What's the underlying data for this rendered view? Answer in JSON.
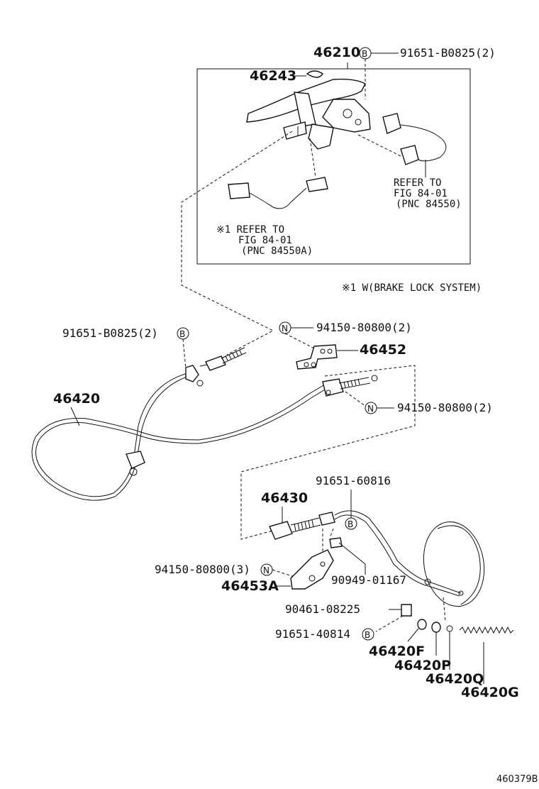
{
  "labels": {
    "p46210": "46210",
    "p91651_B0825_top": "91651-B0825(2)",
    "p46243": "46243",
    "refer1_a": "REFER TO",
    "refer1_b": "FIG 84-01",
    "refer1_c": "(PNC 84550)",
    "refer2_a": "※1 REFER TO",
    "refer2_b": "FIG 84-01",
    "refer2_c": "(PNC 84550A)",
    "note_brake_lock": "※1 W(BRAKE LOCK SYSTEM)",
    "p91651_B0825_left": "91651-B0825(2)",
    "p94150_80800_a": "94150-80800(2)",
    "p46452": "46452",
    "p46420": "46420",
    "p94150_80800_b": "94150-80800(2)",
    "p91651_60816": "91651-60816",
    "p46430": "46430",
    "p94150_80800_c": "94150-80800(3)",
    "p90949_01167": "90949-01167",
    "p46453A": "46453A",
    "p90461_08225": "90461-08225",
    "p91651_40814": "91651-40814",
    "p46420F": "46420F",
    "p46420P": "46420P",
    "p46420Q": "46420Q",
    "p46420G": "46420G",
    "figure_number": "460379B"
  },
  "markers": {
    "B": "B",
    "N": "N"
  }
}
